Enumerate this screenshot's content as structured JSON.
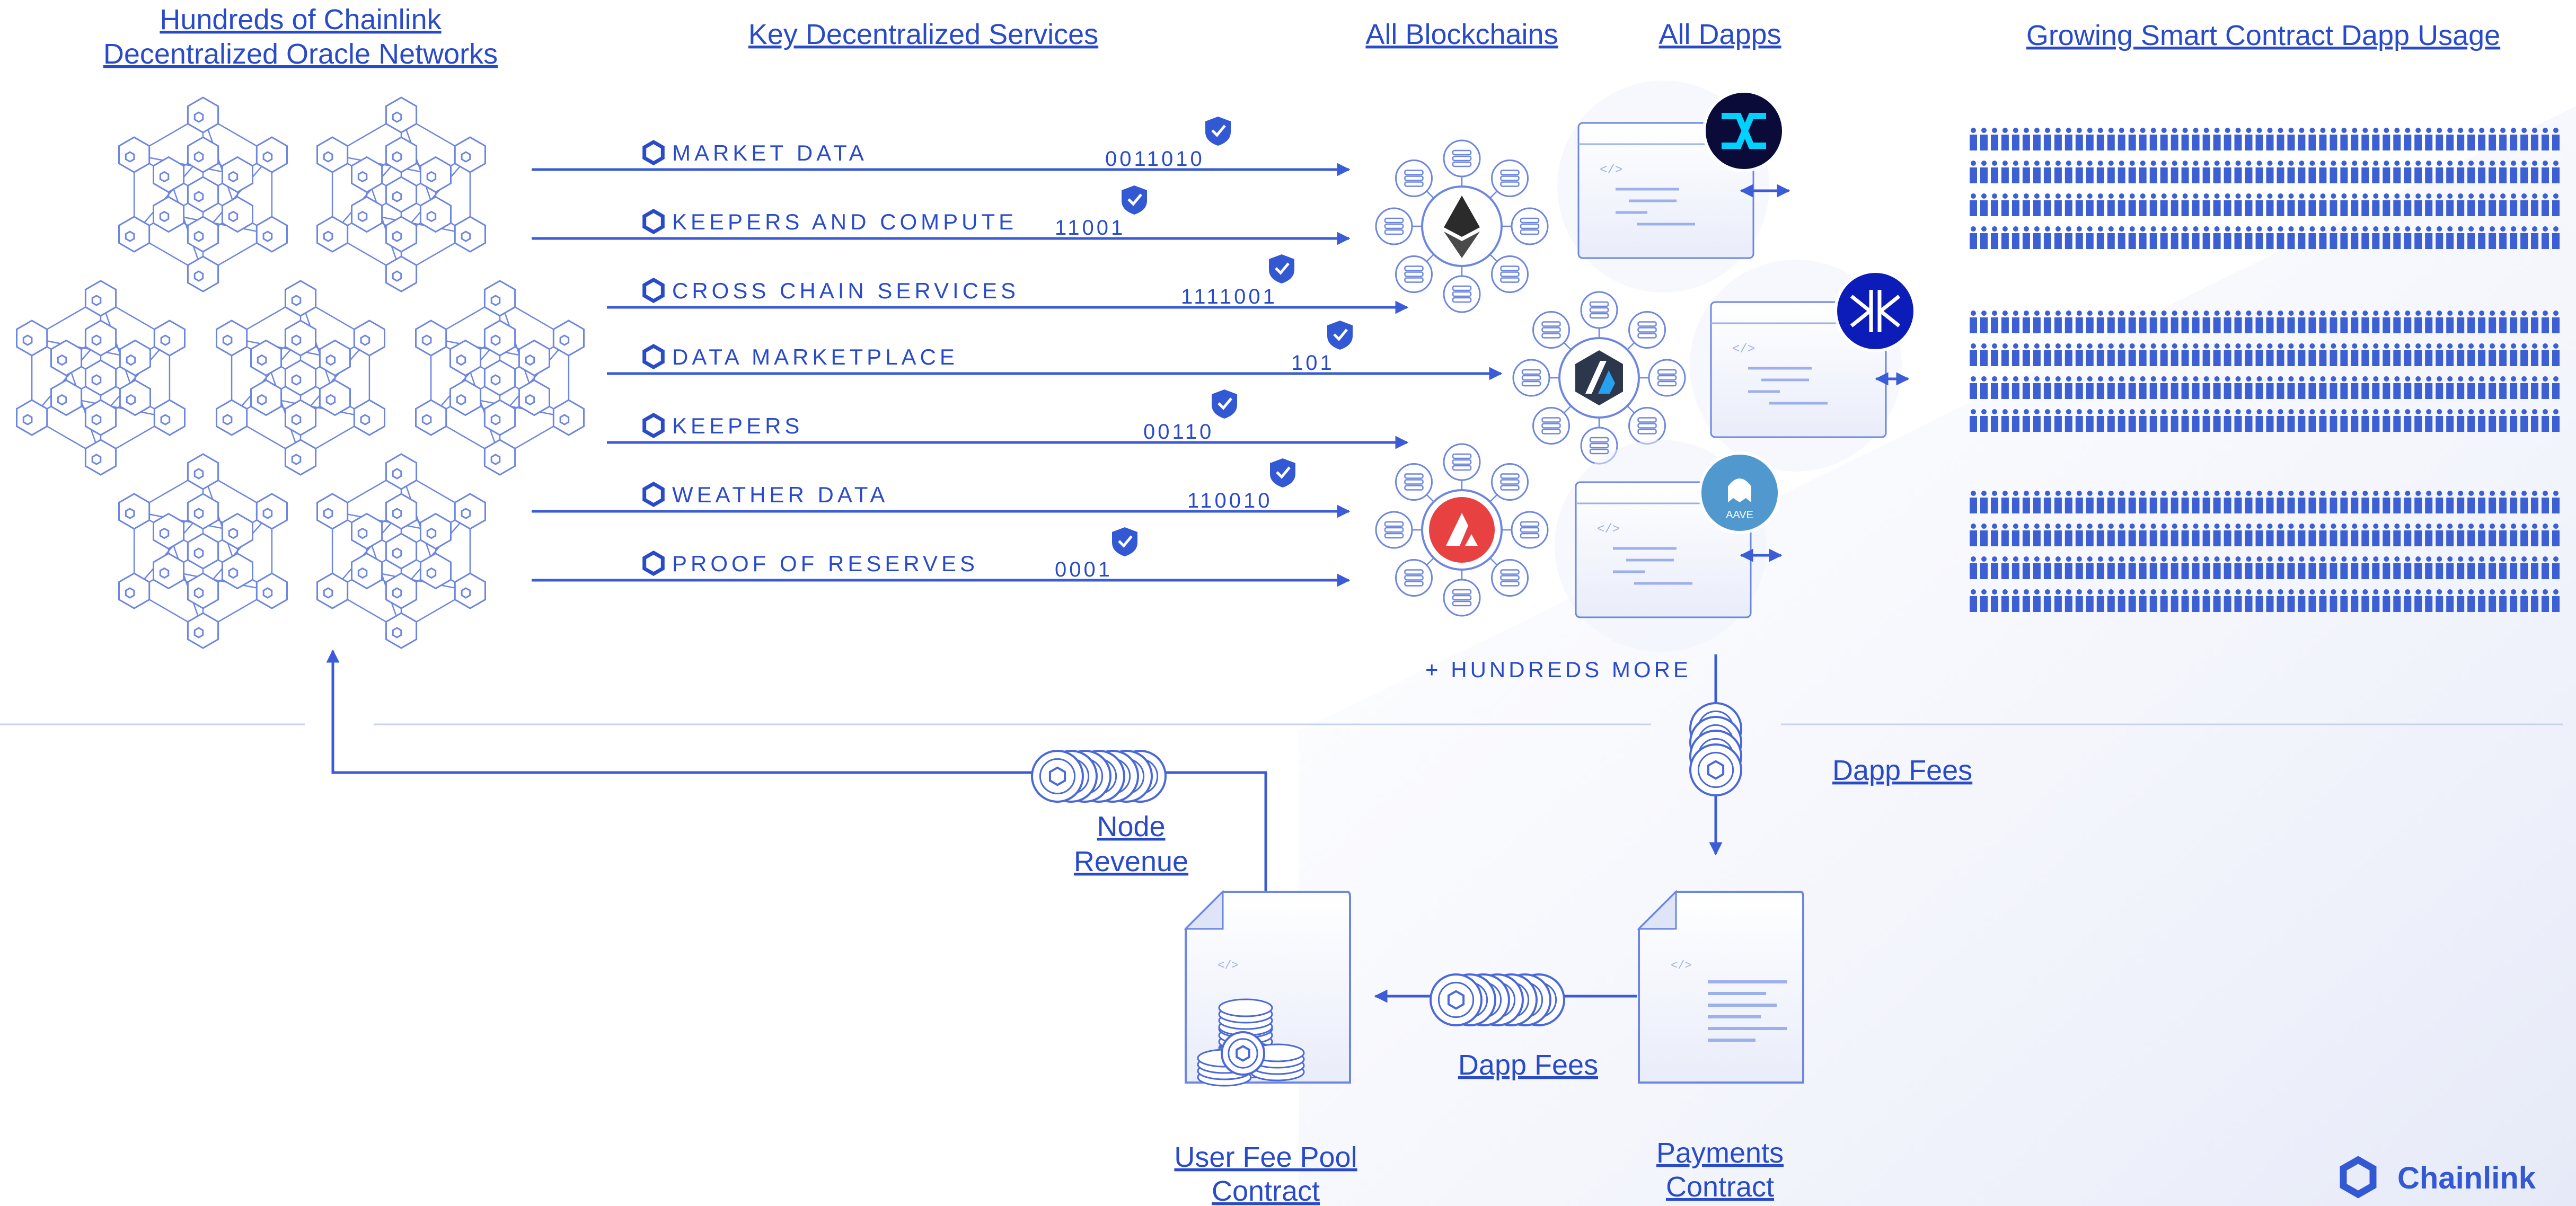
{
  "headings": {
    "networks_line1": "Hundreds of Chainlink",
    "networks_line2": "Decentralized Oracle Networks",
    "services": "Key Decentralized Services",
    "blockchains": "All Blockchains",
    "dapps": "All Dapps",
    "usage": "Growing Smart Contract Dapp Usage"
  },
  "services": [
    {
      "label": "MARKET DATA",
      "bits": "0011010"
    },
    {
      "label": "KEEPERS AND COMPUTE",
      "bits": "11001"
    },
    {
      "label": "CROSS CHAIN SERVICES",
      "bits": "1111001"
    },
    {
      "label": "DATA MARKETPLACE",
      "bits": "101"
    },
    {
      "label": "KEEPERS",
      "bits": "00110"
    },
    {
      "label": "WEATHER DATA",
      "bits": "110010"
    },
    {
      "label": "PROOF OF RESERVES",
      "bits": "0001"
    }
  ],
  "blockchains": [
    {
      "name": "ethereum-node-icon",
      "color": "#1f1f1f"
    },
    {
      "name": "arbitrum-node-icon",
      "color": "#2d374b"
    },
    {
      "name": "avalanche-node-icon",
      "color": "#e84142"
    }
  ],
  "dapps": [
    {
      "name": "synthetix-logo-icon",
      "color": "#0b0b3a"
    },
    {
      "name": "mirror-logo-icon",
      "color": "#0b1cb8"
    },
    {
      "name": "aave-logo-icon",
      "color": "#7c6fd8",
      "logo_text": "AAVE"
    }
  ],
  "more_label": "+ HUNDREDS MORE",
  "flow": {
    "dapp_fees_top": "Dapp Fees",
    "dapp_fees_bottom": "Dapp Fees",
    "node_revenue_line1": "Node",
    "node_revenue_line2": "Revenue",
    "user_fee_pool_line1": "User Fee Pool",
    "user_fee_pool_line2": "Contract",
    "payments_line1": "Payments",
    "payments_line2": "Contract"
  },
  "brand": {
    "name": "Chainlink"
  },
  "colors": {
    "accent": "#2a4bc8",
    "line": "#3b5cd6",
    "outline": "#6d86e0",
    "people": "#3c5fd4",
    "doc_fill": "#eef1fb"
  }
}
